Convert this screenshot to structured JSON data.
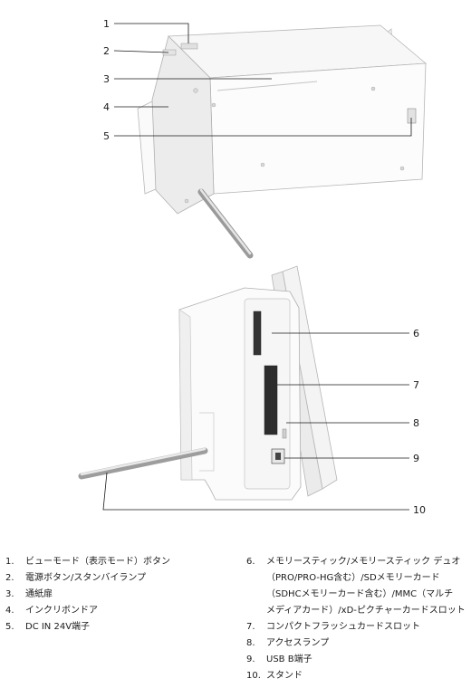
{
  "callouts": [
    "1",
    "2",
    "3",
    "4",
    "5",
    "6",
    "7",
    "8",
    "9",
    "10"
  ],
  "legend": {
    "left": [
      {
        "num": "1.",
        "text": "ビューモード（表示モード）ボタン"
      },
      {
        "num": "2.",
        "text": "電源ボタン/スタンバイランプ"
      },
      {
        "num": "3.",
        "text": "通紙扉"
      },
      {
        "num": "4.",
        "text": "インクリボンドア"
      },
      {
        "num": "5.",
        "text": "DC IN 24V端子"
      }
    ],
    "right": [
      {
        "num": "6.",
        "lines": [
          "メモリースティック/メモリースティック デュオ",
          "（PRO/PRO-HG含む）/SDメモリーカード",
          "（SDHCメモリーカード含む）/MMC（マルチ",
          "メディアカード）/xD-ピクチャーカードスロット"
        ]
      },
      {
        "num": "7.",
        "text": "コンパクトフラッシュカードスロット"
      },
      {
        "num": "8.",
        "text": "アクセスランプ"
      },
      {
        "num": "9.",
        "text": "USB B端子"
      },
      {
        "num": "10.",
        "text": "スタンド"
      }
    ]
  }
}
